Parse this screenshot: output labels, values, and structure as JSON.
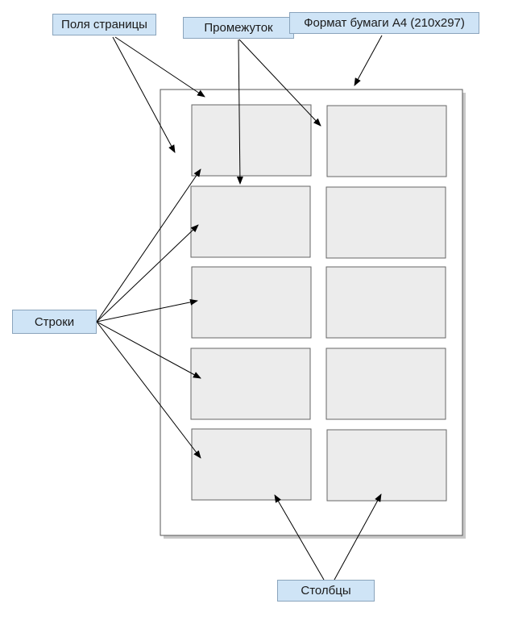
{
  "labels": {
    "page_margins": "Поля страницы",
    "gap": "Промежуток",
    "paper_format": "Формат бумаги А4 (210x297)",
    "rows": "Строки",
    "columns": "Столбцы"
  },
  "layout_grid": {
    "rows": 5,
    "columns": 2
  },
  "colors": {
    "label_fill": "#cfe4f6",
    "label_border": "#8aa4bc",
    "cell_fill": "#ececec",
    "cell_border": "#666666",
    "sheet_shadow": "#c8c8c8",
    "arrow": "#000000"
  }
}
